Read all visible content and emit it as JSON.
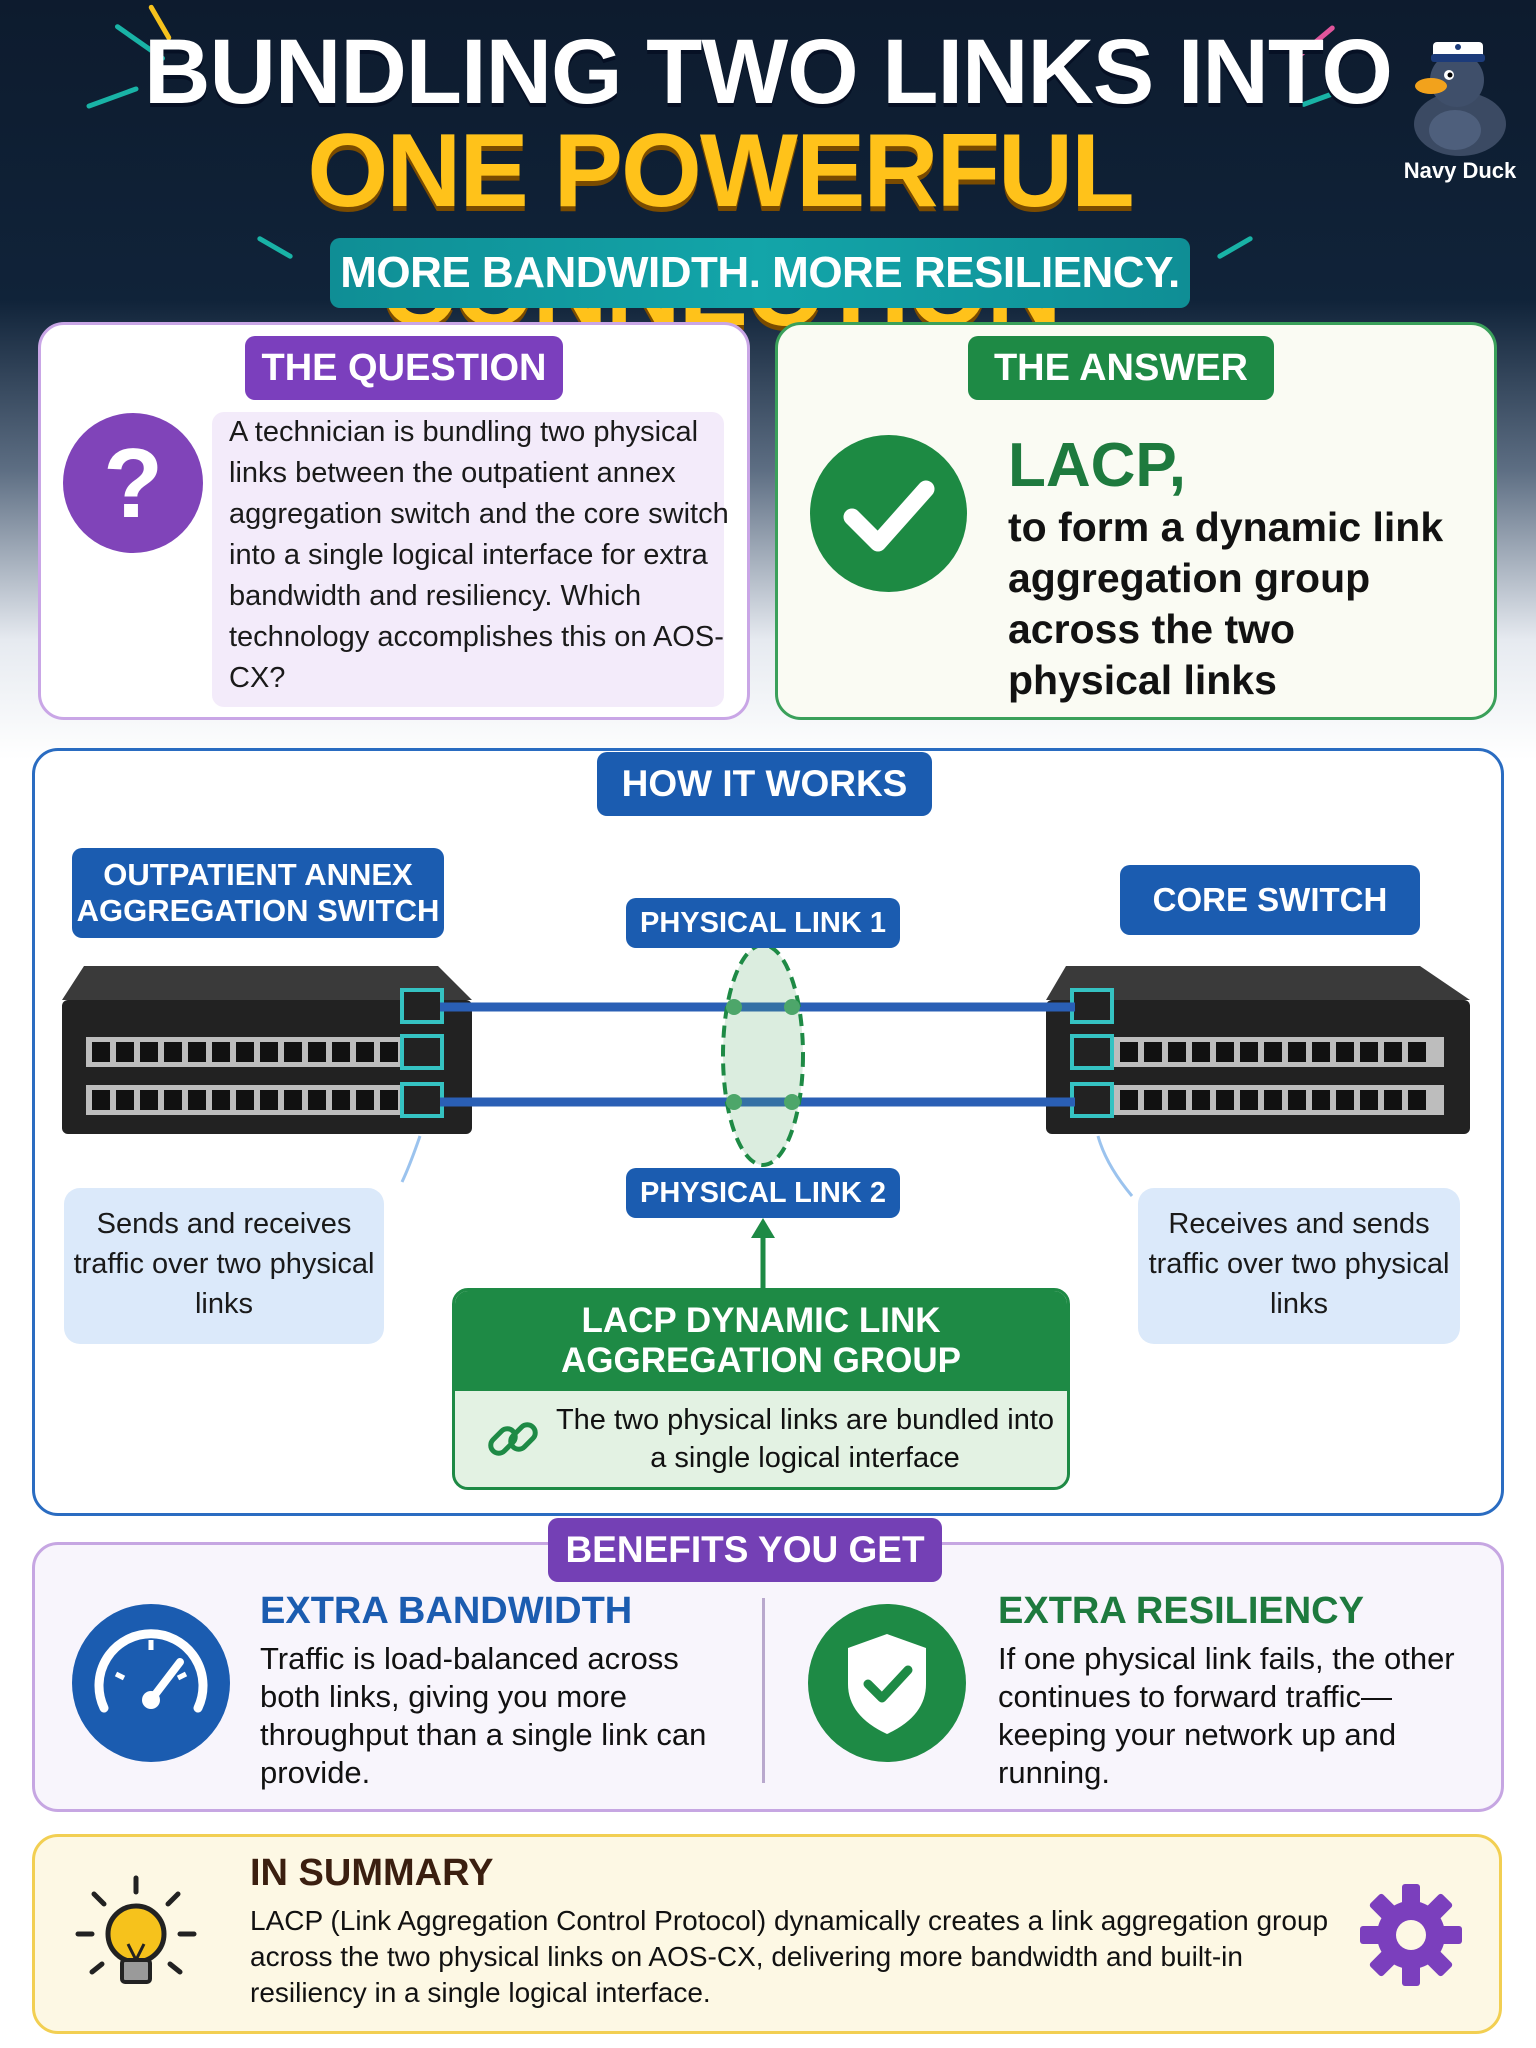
{
  "header": {
    "title_line1": "BUNDLING TWO LINKS INTO",
    "title_line2": "ONE POWERFUL CONNECTION",
    "ribbon": "MORE BANDWIDTH. MORE RESILIENCY.",
    "brand": "Navy Duck"
  },
  "question": {
    "label": "THE QUESTION",
    "icon": "question-mark",
    "text": "A technician is bundling two physical links between the outpatient annex aggregation switch and the core switch into a single logical interface for extra bandwidth and resiliency. Which technology accomplishes this on AOS-CX?"
  },
  "answer": {
    "label": "THE ANSWER",
    "icon": "check-mark",
    "headline": "LACP,",
    "text": "to form a dynamic link aggregation group across the two physical links"
  },
  "how_it_works": {
    "label": "HOW IT WORKS",
    "left_switch": "OUTPATIENT ANNEX AGGREGATION SWITCH",
    "right_switch": "CORE SWITCH",
    "link1": "PHYSICAL LINK 1",
    "link2": "PHYSICAL LINK 2",
    "left_note": "Sends and receives traffic over two physical links",
    "right_note": "Receives and sends traffic over two physical links",
    "lacp_title": "LACP DYNAMIC LINK AGGREGATION GROUP",
    "lacp_text": "The two physical links are bundled into a single logical interface"
  },
  "benefits": {
    "label": "BENEFITS YOU GET",
    "bandwidth_title": "EXTRA BANDWIDTH",
    "bandwidth_text": "Traffic is load-balanced across both links, giving you more throughput than a single link can provide.",
    "resiliency_title": "EXTRA RESILIENCY",
    "resiliency_text": "If one physical link fails, the other continues to forward traffic—keeping your network up and running."
  },
  "summary": {
    "title": "IN SUMMARY",
    "text": "LACP (Link Aggregation Control Protocol) dynamically creates a link aggregation group across the two physical links on AOS-CX, delivering more bandwidth and built-in resiliency in a single logical interface."
  },
  "colors": {
    "navy": "#0d1b2e",
    "gold": "#ffc21a",
    "teal": "#13a5a9",
    "purple": "#7b3fbd",
    "green": "#1e8a45",
    "blue": "#1b5cb0",
    "summary_bg": "#fdf8e4"
  },
  "icons": [
    "question-icon",
    "check-icon",
    "duck-logo",
    "chain-link-icon",
    "speedometer-icon",
    "shield-check-icon",
    "lightbulb-icon",
    "gear-icon"
  ]
}
